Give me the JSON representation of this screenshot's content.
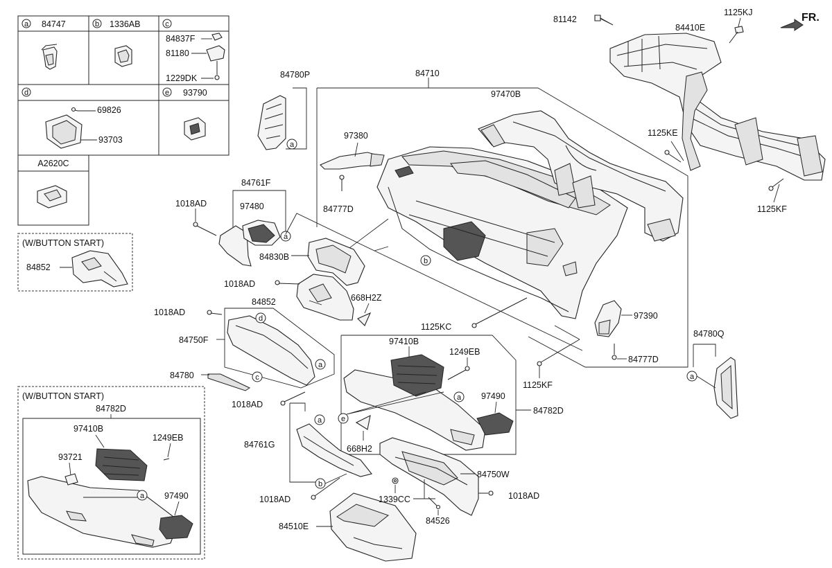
{
  "front_indicator": "FR.",
  "legend": {
    "a": {
      "letter": "a",
      "part": "84747"
    },
    "b": {
      "letter": "b",
      "part": "1336AB"
    },
    "c": {
      "letter": "c",
      "parts": [
        "84837F",
        "81180",
        "1229DK"
      ]
    },
    "d": {
      "letter": "d",
      "parts": [
        "69826",
        "93703"
      ]
    },
    "e": {
      "letter": "e",
      "part": "93790"
    },
    "f": {
      "part": "A2620C"
    }
  },
  "button_start_1": {
    "title": "(W/BUTTON START)",
    "part": "84852"
  },
  "button_start_2": {
    "title": "(W/BUTTON START)",
    "parts": [
      "84782D",
      "97410B",
      "1249EB",
      "93721",
      "97490"
    ],
    "callout": "a"
  },
  "labels": {
    "l81142": "81142",
    "l84410E": "84410E",
    "l1125KJ": "1125KJ",
    "l84780P": "84780P",
    "l84710": "84710",
    "l97470B": "97470B",
    "l97380": "97380",
    "l84777D_1": "84777D",
    "l1125KE": "1125KE",
    "l1125KF_1": "1125KF",
    "l84761F": "84761F",
    "l97480": "97480",
    "l1018AD_1": "1018AD",
    "l84830B": "84830B",
    "l1018AD_2": "1018AD",
    "l84852": "84852",
    "l668H2Z": "668H2Z",
    "l1018AD_3": "1018AD",
    "l84750F": "84750F",
    "l84780": "84780",
    "l1018AD_4": "1018AD",
    "l1125KC": "1125KC",
    "l97390": "97390",
    "l84777D_2": "84777D",
    "l1125KF_2": "1125KF",
    "l84780Q": "84780Q",
    "l97410B": "97410B",
    "l1249EB": "1249EB",
    "l97490": "97490",
    "l84782D": "84782D",
    "l84761G": "84761G",
    "l668H2": "668H2",
    "l84750W": "84750W",
    "l1018AD_5": "1018AD",
    "l1018AD_6": "1018AD",
    "l1339CC": "1339CC",
    "l84526": "84526",
    "l84510E": "84510E"
  },
  "callouts": {
    "a1": "a",
    "a2": "a",
    "a3": "a",
    "a4": "a",
    "a5": "a",
    "a6": "a",
    "b1": "b",
    "b2": "b",
    "c1": "c",
    "d1": "d",
    "e1": "e"
  }
}
